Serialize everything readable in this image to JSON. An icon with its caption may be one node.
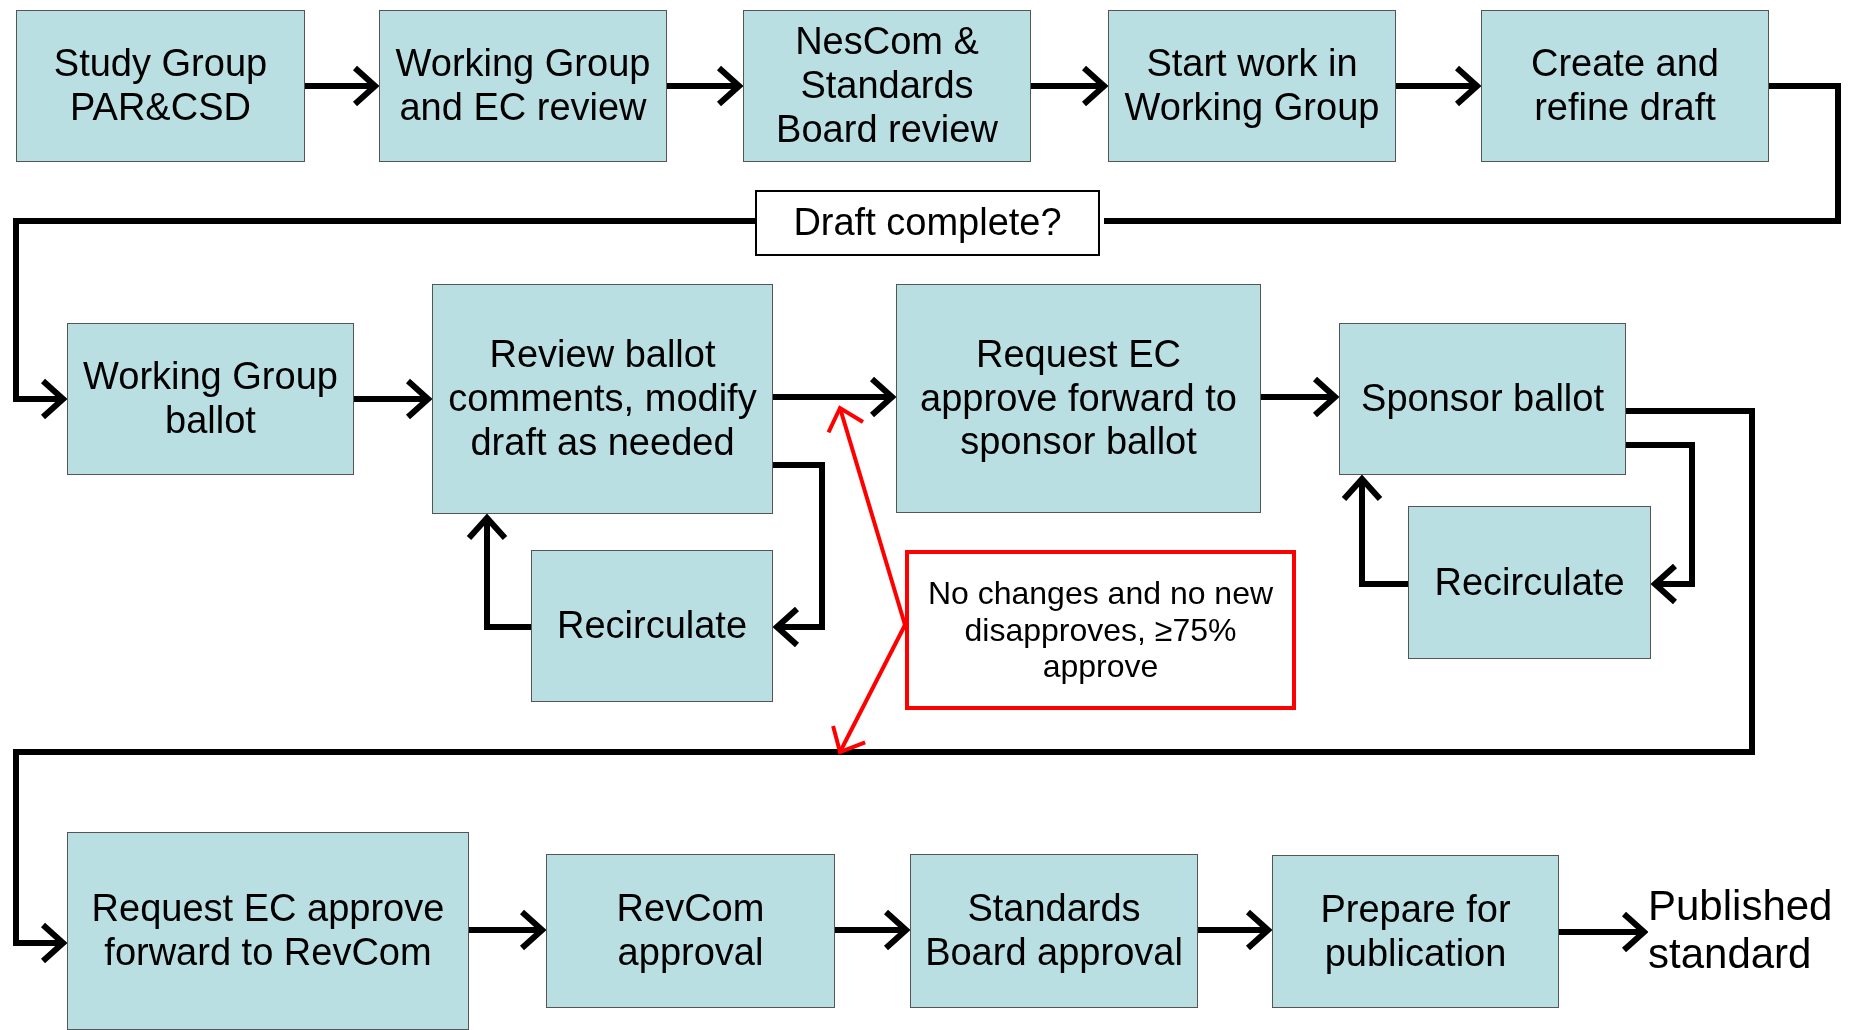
{
  "diagram": {
    "nodes": [
      {
        "text": [
          "Study Group PAR&CSD"
        ]
      },
      {
        "text": [
          "Working Group and EC review"
        ]
      },
      {
        "text": [
          "NesCom & Standards Board review"
        ]
      },
      {
        "text": [
          "Start work in Working Group"
        ]
      },
      {
        "text": [
          "Create and refine draft"
        ]
      },
      {
        "text": [
          "Draft complete?"
        ]
      },
      {
        "text": [
          "Working Group ballot"
        ]
      },
      {
        "text": [
          "Review ballot comments, modify draft as needed"
        ]
      },
      {
        "text": [
          "Recirculate"
        ]
      },
      {
        "text": [
          "Request EC approve forward to sponsor ballot"
        ]
      },
      {
        "text": [
          "Sponsor ballot"
        ]
      },
      {
        "text": [
          "Recirculate"
        ]
      },
      {
        "text": [
          "No changes and no new disapproves, ≥75% approve"
        ]
      },
      {
        "text": [
          "Request EC approve forward to RevCom"
        ]
      },
      {
        "text": [
          "RevCom approval"
        ]
      },
      {
        "text": [
          "Standards Board approval"
        ]
      },
      {
        "text": [
          "Prepare for publication"
        ]
      },
      {
        "text": [
          "Published standard"
        ]
      }
    ],
    "edges": [
      {
        "from": 0,
        "to": 1,
        "arrow": "to"
      },
      {
        "from": 1,
        "to": 2,
        "arrow": "to"
      },
      {
        "from": 2,
        "to": 3,
        "arrow": "to"
      },
      {
        "from": 3,
        "to": 4,
        "arrow": "to"
      },
      {
        "from": 4,
        "to": 5,
        "arrow": "none"
      },
      {
        "from": 5,
        "to": 6,
        "arrow": "to"
      },
      {
        "from": 6,
        "to": 7,
        "arrow": "to"
      },
      {
        "from": 7,
        "to": 9,
        "arrow": "to"
      },
      {
        "from": 7,
        "to": 8,
        "arrow": "to"
      },
      {
        "from": 8,
        "to": 7,
        "arrow": "to"
      },
      {
        "from": 9,
        "to": 10,
        "arrow": "to"
      },
      {
        "from": 10,
        "to": 11,
        "arrow": "to"
      },
      {
        "from": 11,
        "to": 10,
        "arrow": "to"
      },
      {
        "from": 10,
        "to": 13,
        "arrow": "to"
      },
      {
        "from": 12,
        "to": null,
        "arrow": "to",
        "color": "#ff0000"
      },
      {
        "from": 12,
        "to": null,
        "arrow": "to",
        "color": "#ff0000"
      },
      {
        "from": 13,
        "to": 14,
        "arrow": "to"
      },
      {
        "from": 14,
        "to": 15,
        "arrow": "to"
      },
      {
        "from": 15,
        "to": 16,
        "arrow": "to"
      },
      {
        "from": 16,
        "to": 17,
        "arrow": "to"
      }
    ]
  }
}
